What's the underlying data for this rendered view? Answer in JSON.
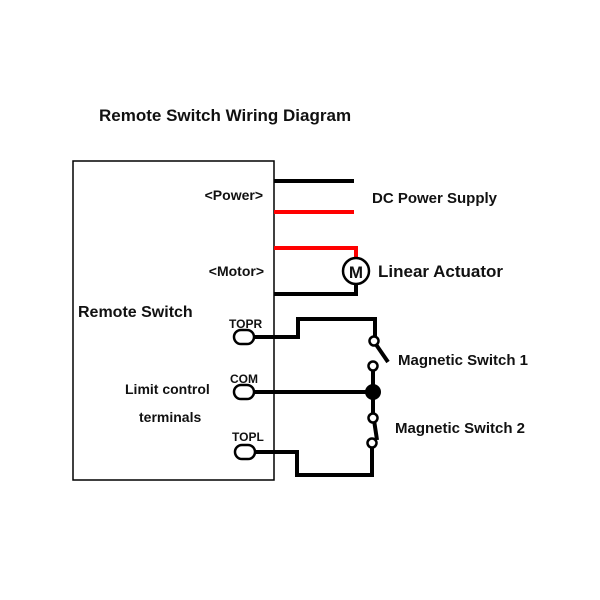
{
  "title": "Remote Switch Wiring Diagram",
  "colors": {
    "wire_black": "#000000",
    "wire_red": "#ff0000",
    "text": "#111111",
    "background": "#ffffff"
  },
  "remote_switch": {
    "label": "Remote Switch",
    "power_label": "<Power>",
    "motor_label": "<Motor>",
    "limit_label_line1": "Limit control",
    "limit_label_line2": "terminals",
    "terminals": [
      {
        "label": "TOPR"
      },
      {
        "label": "COM"
      },
      {
        "label": "TOPL"
      }
    ]
  },
  "external": {
    "dc_power_supply": "DC Power Supply",
    "motor_symbol": "M",
    "linear_actuator": "Linear Actuator",
    "magnetic_switch_1": "Magnetic Switch 1",
    "magnetic_switch_2": "Magnetic Switch 2"
  }
}
